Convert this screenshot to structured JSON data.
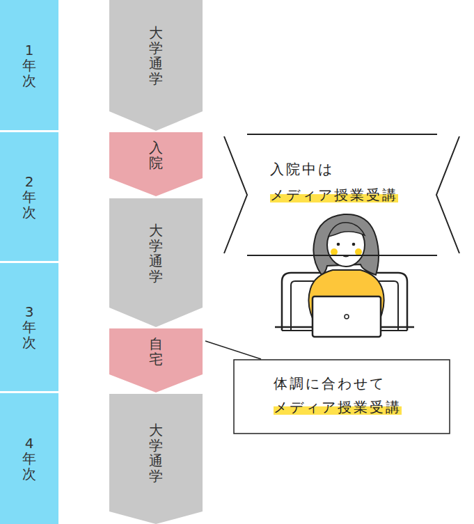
{
  "diagram": {
    "nodes": [
      {
        "text": [
          "1年次"
        ]
      },
      {
        "text": [
          "2年次"
        ]
      },
      {
        "text": [
          "3年次"
        ]
      },
      {
        "text": [
          "4年次"
        ]
      },
      {
        "text": [
          "大学通学"
        ]
      },
      {
        "text": [
          "入院"
        ]
      },
      {
        "text": [
          "大学通学"
        ]
      },
      {
        "text": [
          "自宅"
        ]
      },
      {
        "text": [
          "大学通学"
        ]
      },
      {
        "text": [
          "入院中は",
          "メディア授業受講"
        ]
      },
      {
        "text": [
          "体調に合わせて",
          "メディア授業受講"
        ]
      }
    ],
    "edges": [
      {
        "from": 7,
        "to": 10,
        "arrow": "none"
      }
    ]
  }
}
